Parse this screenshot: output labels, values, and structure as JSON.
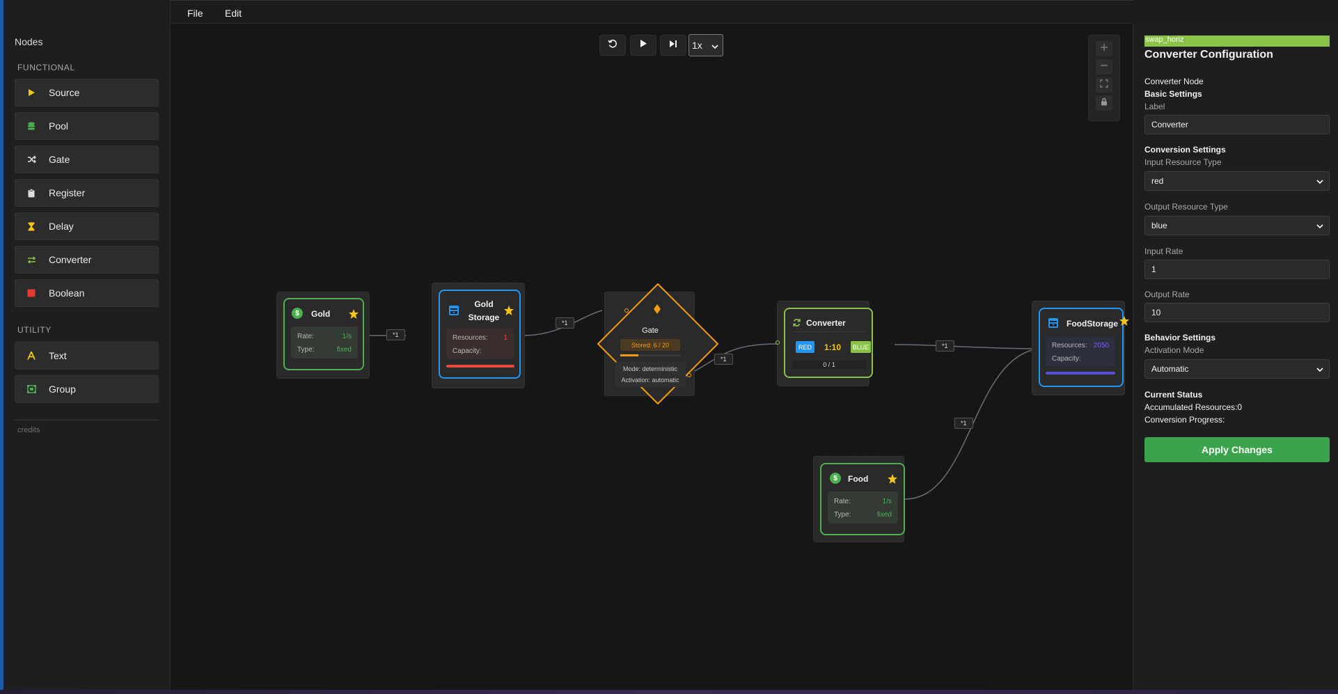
{
  "sidebar": {
    "title": "Nodes",
    "functional_label": "FUNCTIONAL",
    "utility_label": "UTILITY",
    "functional_items": [
      {
        "label": "Source",
        "icon": "play-icon",
        "color": "#f5c518"
      },
      {
        "label": "Pool",
        "icon": "database-icon",
        "color": "#4caf50"
      },
      {
        "label": "Gate",
        "icon": "shuffle-icon",
        "color": "#dddddd"
      },
      {
        "label": "Register",
        "icon": "clipboard-icon",
        "color": "#dddddd"
      },
      {
        "label": "Delay",
        "icon": "hourglass-icon",
        "color": "#f5c518"
      },
      {
        "label": "Converter",
        "icon": "swap-icon",
        "color": "#8bc34a"
      },
      {
        "label": "Boolean",
        "icon": "square-icon",
        "color": "#e53935"
      }
    ],
    "utility_items": [
      {
        "label": "Text",
        "icon": "text-icon",
        "color": "#f5c518"
      },
      {
        "label": "Group",
        "icon": "group-icon",
        "color": "#4caf50"
      }
    ],
    "credits": "credits"
  },
  "menu": {
    "file": "File",
    "edit": "Edit"
  },
  "toolbar": {
    "speed": "1x"
  },
  "canvas": {
    "gold": {
      "title": "Gold",
      "rate_label": "Rate:",
      "rate": "1/s",
      "type_label": "Type:",
      "type": "fixed",
      "icon_glyph": "$"
    },
    "gold_storage": {
      "title_line1": "Gold",
      "title_line2": "Storage",
      "resources_label": "Resources:",
      "resources": "1",
      "capacity_label": "Capacity:"
    },
    "gate": {
      "title": "Gate",
      "stored": "Stored: 6 / 20",
      "mode": "Mode: deterministic",
      "activation": "Activation: automatic",
      "fill_fraction": 0.3
    },
    "converter": {
      "title": "Converter",
      "input": "RED",
      "ratio": "1:10",
      "output": "BLUE",
      "progress": "0 / 1"
    },
    "food_storage": {
      "title": "FoodStorage",
      "resources_label": "Resources:",
      "resources": "2050",
      "capacity_label": "Capacity:"
    },
    "food": {
      "title": "Food",
      "rate_label": "Rate:",
      "rate": "1/s",
      "type_label": "Type:",
      "type": "fixed",
      "icon_glyph": "$"
    },
    "edge_labels": [
      "*1",
      "*1",
      "*1",
      "*1",
      "*1"
    ]
  },
  "panel": {
    "icon_text": "swap_horiz",
    "title": "Converter Configuration",
    "node_type": "Converter Node",
    "basic_heading": "Basic Settings",
    "label_label": "Label",
    "label_value": "Converter",
    "conversion_heading": "Conversion Settings",
    "input_type_label": "Input Resource Type",
    "input_type_value": "red",
    "output_type_label": "Output Resource Type",
    "output_type_value": "blue",
    "input_rate_label": "Input Rate",
    "input_rate_value": "1",
    "output_rate_label": "Output Rate",
    "output_rate_value": "10",
    "behavior_heading": "Behavior Settings",
    "activation_label": "Activation Mode",
    "activation_value": "Automatic",
    "status_heading": "Current Status",
    "accumulated": "Accumulated Resources:0",
    "progress": "Conversion Progress:",
    "apply_label": "Apply Changes"
  },
  "colors": {
    "green": "#4caf50",
    "blue": "#2196f3",
    "orange": "#f39c12",
    "lime": "#8bc34a",
    "apply": "#3ba34b"
  }
}
